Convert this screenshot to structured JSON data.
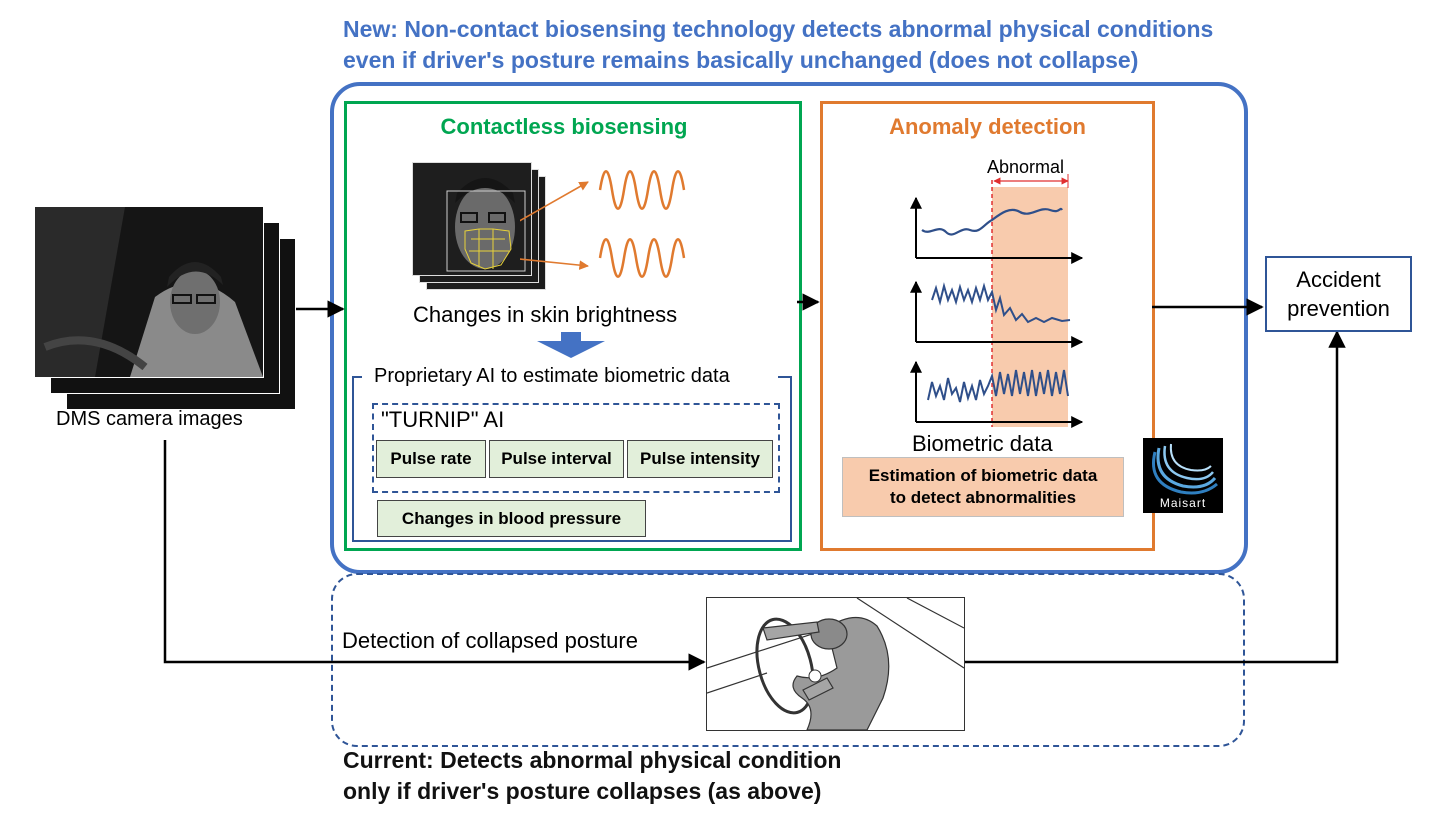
{
  "header": {
    "new_line1": "New: Non-contact biosensing technology detects abnormal physical conditions",
    "new_line2": "even if driver's posture remains basically unchanged (does not collapse)"
  },
  "footer": {
    "current_line1": "Current: Detects abnormal physical condition",
    "current_line2": "only if driver's posture collapses (as above)"
  },
  "camera": {
    "caption": "DMS camera images"
  },
  "biosensing": {
    "title": "Contactless biosensing",
    "skin_label": "Changes in skin brightness",
    "ai_label": "Proprietary AI to estimate biometric data",
    "turnip_label": "\"TURNIP\" AI",
    "chips": [
      "Pulse rate",
      "Pulse interval",
      "Pulse intensity"
    ],
    "bp_chip": "Changes in blood pressure"
  },
  "anomaly": {
    "title": "Anomaly detection",
    "abnormal_label": "Abnormal",
    "biometric_label": "Biometric data",
    "estimation_line1": "Estimation of biometric data",
    "estimation_line2": "to detect abnormalities"
  },
  "logo": {
    "text": "Maisart"
  },
  "outcome": {
    "line1": "Accident",
    "line2": "prevention"
  },
  "posture": {
    "label": "Detection of collapsed posture"
  },
  "colors": {
    "blue": "#4472c4",
    "navy": "#2f5597",
    "green": "#00a651",
    "orange": "#e07a2f",
    "peach": "#f8cbad",
    "chip_green": "#e2efda"
  }
}
